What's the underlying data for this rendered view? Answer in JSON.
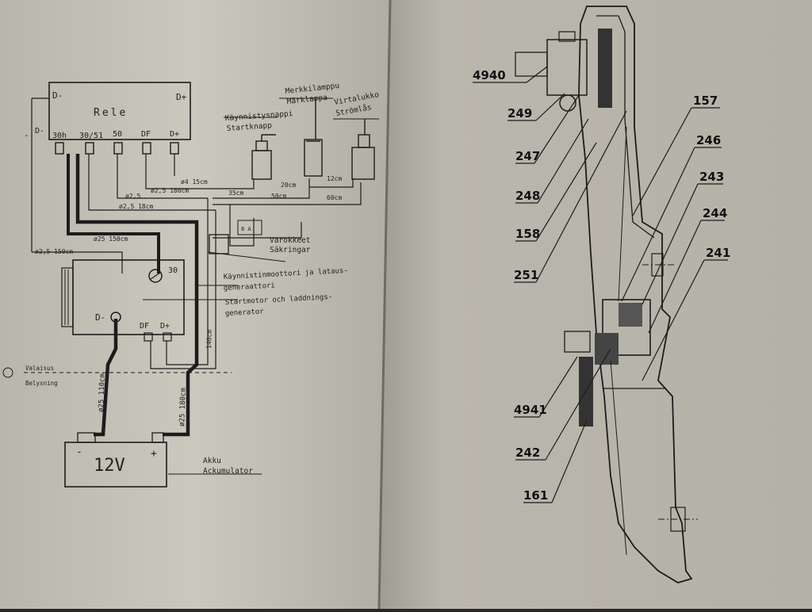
{
  "left_page": {
    "relay": {
      "title": "Rele",
      "minus_terminal": "D-",
      "plus_terminal": "D+",
      "terminals": [
        "30h",
        "30/51",
        "50",
        "DF",
        "D+"
      ],
      "side_left": "-",
      "side_left2": "D-"
    },
    "components": {
      "starter_button": {
        "fi": "Käynnistysnappi",
        "sv": "Startknapp"
      },
      "warning_lamp": {
        "fi": "Merkkilamppu",
        "sv": "Märklampa"
      },
      "ignition_switch": {
        "fi": "Virtalukko",
        "sv": "Strömlås"
      },
      "fuses": {
        "fi": "Varokkeet",
        "sv": "Säkringar",
        "rating": "8 A"
      },
      "starter_generator": {
        "fi1": "Käynnistinmoottori ja lataus-",
        "fi2": "generaattori",
        "sv1": "Startmotor och laddnings-",
        "sv2": "generator",
        "terminal_30": "30",
        "terminal_dminus": "D-",
        "terminal_df": "DF",
        "terminal_dplus": "D+"
      },
      "battery": {
        "fi": "Akku",
        "sv": "Ackumulator",
        "voltage": "12V",
        "minus": "-",
        "plus": "+"
      },
      "frame_labels": {
        "fi": "Valaisus",
        "sv": "Belysning"
      }
    },
    "wire_labels": {
      "w1": "ø4 15cm",
      "w2": "ø2,5 180cm",
      "w3": "ø2,5",
      "w4": "ø2,5 18cm",
      "w5": "35cm",
      "w6": "20cm",
      "w7": "50cm",
      "w8": "12cm",
      "w9": "60cm",
      "w10": "ø25 150cm",
      "w11": "ø2,5 150cm",
      "w12": "ø25 110cm",
      "w13": "ø25 180cm",
      "w14": "140cm"
    }
  },
  "right_page": {
    "part_numbers": [
      "4940",
      "249",
      "247",
      "248",
      "158",
      "251",
      "157",
      "246",
      "243",
      "244",
      "241",
      "4941",
      "242",
      "161"
    ]
  },
  "colors": {
    "paper_left": "#c9c6bc",
    "paper_right": "#bdbab0",
    "ink": "#1c1c1c"
  }
}
